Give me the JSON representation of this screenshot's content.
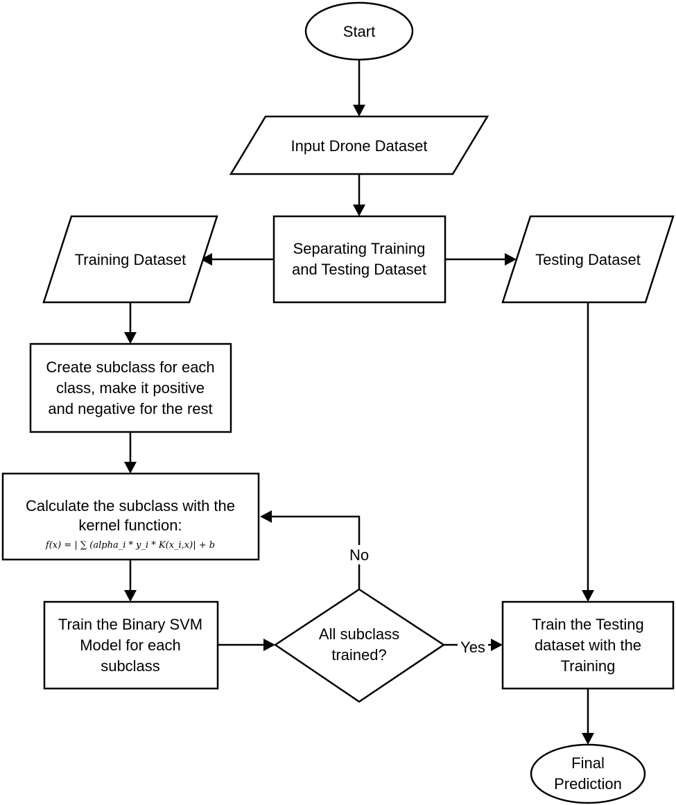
{
  "diagram": {
    "start": "Start",
    "input_dataset": "Input Drone Dataset",
    "separate": [
      "Separating Training",
      "and Testing Dataset"
    ],
    "training_dataset": "Training Dataset",
    "testing_dataset": "Testing Dataset",
    "create_subclass": [
      "Create subclass for each",
      "class, make it positive",
      "and negative for the rest"
    ],
    "calculate": [
      "Calculate the subclass with the",
      "kernel function:"
    ],
    "formula": "f(x)  = | ∑ (alpha_i * y_i * K(x_i,x)| + b",
    "train_binary": [
      "Train the Binary SVM",
      "Model for each",
      "subclass"
    ],
    "decision": [
      "All subclass",
      "trained?"
    ],
    "no_label": "No",
    "yes_label": "Yes",
    "train_testing": [
      "Train the Testing",
      "dataset with the",
      "Training"
    ],
    "final": [
      "Final",
      "Prediction"
    ]
  }
}
